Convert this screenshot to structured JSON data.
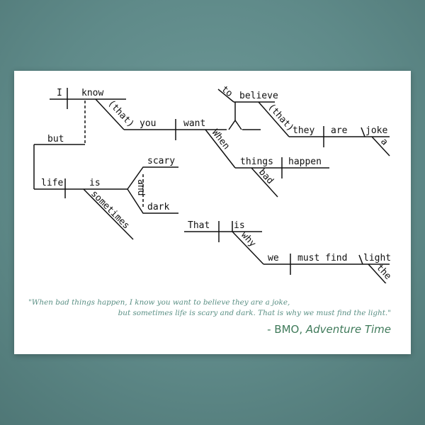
{
  "diagram": {
    "words": {
      "i": "I",
      "know": "know",
      "that1": "(that)",
      "you": "you",
      "want": "want",
      "to": "to",
      "believe": "believe",
      "that2": "(that)",
      "they": "they",
      "are": "are",
      "joke": "joke",
      "a": "a",
      "when": "When",
      "things": "things",
      "happen": "happen",
      "bad": "bad",
      "but": "but",
      "life": "life",
      "is1": "is",
      "sometimes": "sometimes",
      "scary": "scary",
      "and": "and",
      "dark": "dark",
      "that3": "That",
      "is2": "is",
      "why": "why",
      "we": "we",
      "must_find": "must find",
      "light": "light",
      "the": "the"
    }
  },
  "quote": {
    "line1": "\"When bad things happen, I know you want to believe they are a joke,",
    "line2": "but sometimes life is scary and dark. That is why we must find the light.\"",
    "attribution_prefix": "- BMO, ",
    "attribution_work": "Adventure Time"
  },
  "colors": {
    "background": "#5f8a89",
    "card": "#ffffff",
    "quote_text": "#5a8f84",
    "attribution": "#3f7a5a"
  }
}
